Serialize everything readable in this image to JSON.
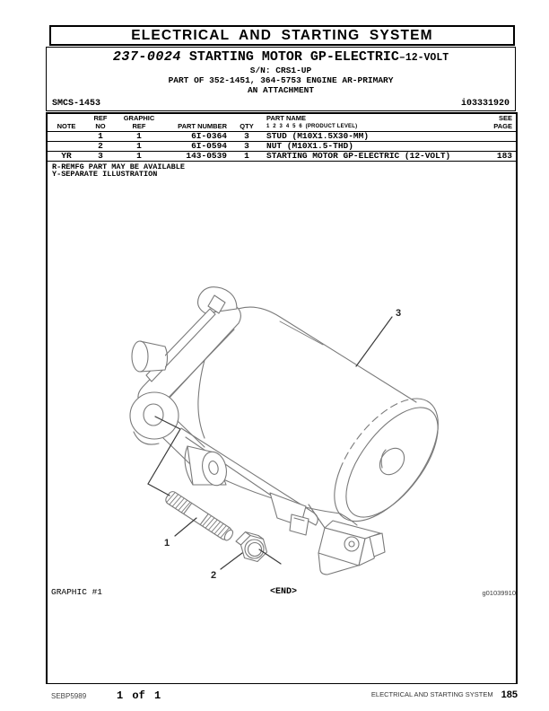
{
  "page": {
    "header_title": "ELECTRICAL AND STARTING SYSTEM",
    "title_block": {
      "part_number": "237-0024",
      "title": " STARTING MOTOR GP-ELECTRIC",
      "voltage": "–12-VOLT",
      "serial_line": "S/N: CRS1-UP",
      "part_of_line": "PART OF 352-1451, 364-5753 ENGINE AR-PRIMARY",
      "attachment_line": "AN ATTACHMENT",
      "smcs_code": "SMCS-1453",
      "media_id": "i03331920"
    },
    "parts_table": {
      "headers": {
        "note": "NOTE",
        "ref_line1": "REF",
        "ref_line2": "NO",
        "graphic_line1": "GRAPHIC",
        "graphic_line2": "REF",
        "part_number": "PART NUMBER",
        "qty": "QTY",
        "part_name": "PART NAME",
        "product_level": "1  2  3  4  5  6  (PRODUCT LEVEL)",
        "see_line1": "SEE",
        "see_line2": "PAGE"
      },
      "rows": [
        {
          "note": "",
          "ref_no": "1",
          "graphic_ref": "1",
          "part_number": "6I-0364",
          "qty": "3",
          "part_name": "STUD (M10X1.5X30-MM)",
          "see_page": ""
        },
        {
          "note": "",
          "ref_no": "2",
          "graphic_ref": "1",
          "part_number": "6I-0594",
          "qty": "3",
          "part_name": "NUT (M10X1.5-THD)",
          "see_page": ""
        },
        {
          "note": "YR",
          "ref_no": "3",
          "graphic_ref": "1",
          "part_number": "143-0539",
          "qty": "1",
          "part_name": "STARTING MOTOR GP-ELECTRIC (12-VOLT)",
          "see_page": "183"
        }
      ],
      "footnotes": [
        "R-REMFG PART MAY BE AVAILABLE",
        "Y-SEPARATE ILLUSTRATION"
      ]
    },
    "graphic": {
      "label": "GRAPHIC #1",
      "end_marker": "<END>",
      "graphic_id": "g01039910",
      "callouts": [
        {
          "number": "1"
        },
        {
          "number": "2"
        },
        {
          "number": "3"
        }
      ]
    },
    "footer": {
      "doc_id": "SEBP5989",
      "page_indicator": "1 of 1",
      "section": "ELECTRICAL AND STARTING SYSTEM",
      "page_number": "185"
    },
    "colors": {
      "text": "#000000",
      "drawing_line": "#7a7a7a",
      "callout_line": "#3a3a3a",
      "background": "#ffffff"
    }
  }
}
